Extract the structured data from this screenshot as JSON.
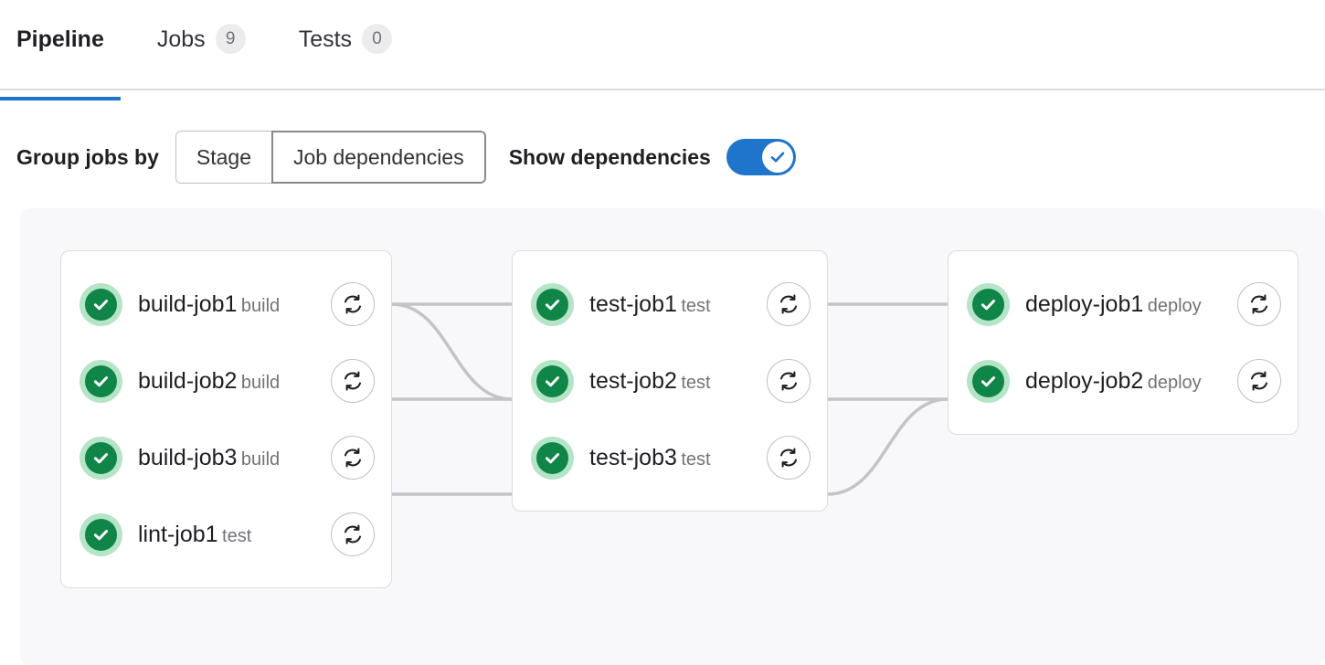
{
  "tabs": [
    {
      "label": "Pipeline",
      "badge": null,
      "active": true
    },
    {
      "label": "Jobs",
      "badge": "9",
      "active": false
    },
    {
      "label": "Tests",
      "badge": "0",
      "active": false
    }
  ],
  "controls": {
    "group_label": "Group jobs by",
    "segments": [
      {
        "label": "Stage",
        "selected": false
      },
      {
        "label": "Job dependencies",
        "selected": true
      }
    ],
    "toggle_label": "Show dependencies",
    "toggle_on": true,
    "toggle_icon": "check-icon"
  },
  "icons": {
    "status": "status-success-icon",
    "retry": "retry-icon"
  },
  "colors": {
    "accent_blue": "#1f75cb",
    "success_green": "#108548",
    "success_green_light": "#b5e4c6",
    "canvas_bg": "#f8f8fa",
    "card_border": "#dcdcde",
    "link_gray": "#c3c3c8",
    "text_primary": "#1f1e24",
    "text_muted": "#737278"
  },
  "graph": {
    "columns": [
      {
        "name": "column-1",
        "jobs": [
          {
            "name": "build-job1",
            "stage": "build",
            "status": "success"
          },
          {
            "name": "build-job2",
            "stage": "build",
            "status": "success"
          },
          {
            "name": "build-job3",
            "stage": "build",
            "status": "success"
          },
          {
            "name": "lint-job1",
            "stage": "test",
            "status": "success"
          }
        ]
      },
      {
        "name": "column-2",
        "jobs": [
          {
            "name": "test-job1",
            "stage": "test",
            "status": "success"
          },
          {
            "name": "test-job2",
            "stage": "test",
            "status": "success"
          },
          {
            "name": "test-job3",
            "stage": "test",
            "status": "success"
          }
        ]
      },
      {
        "name": "column-3",
        "jobs": [
          {
            "name": "deploy-job1",
            "stage": "deploy",
            "status": "success"
          },
          {
            "name": "deploy-job2",
            "stage": "deploy",
            "status": "success"
          }
        ]
      }
    ],
    "links": [
      {
        "from": "build-job1",
        "to": "test-job1"
      },
      {
        "from": "build-job1",
        "to": "test-job2"
      },
      {
        "from": "build-job2",
        "to": "test-job2"
      },
      {
        "from": "build-job3",
        "to": "test-job3"
      },
      {
        "from": "test-job1",
        "to": "deploy-job1"
      },
      {
        "from": "test-job2",
        "to": "deploy-job2"
      },
      {
        "from": "test-job3",
        "to": "deploy-job2"
      }
    ]
  }
}
